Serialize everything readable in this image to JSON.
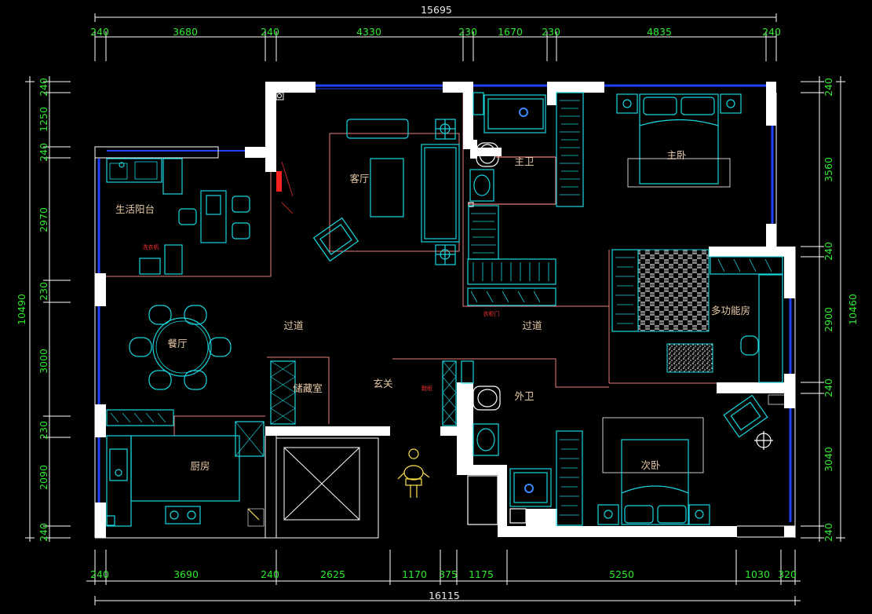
{
  "plan": {
    "dims_top": {
      "total": "15695",
      "segments": [
        "240",
        "3680",
        "240",
        "4330",
        "230",
        "1670",
        "230",
        "4835",
        "240"
      ]
    },
    "dims_bottom": {
      "total": "16115",
      "segments": [
        "240",
        "3690",
        "240",
        "2625",
        "1170",
        "375",
        "1175",
        "5250",
        "1030",
        "320"
      ]
    },
    "dims_left": {
      "total": "10490",
      "segments": [
        "240",
        "1250",
        "240",
        "2970",
        "230",
        "3000",
        "230",
        "2090",
        "240"
      ]
    },
    "dims_right": {
      "total": "10460",
      "segments": [
        "240",
        "3560",
        "240",
        "2900",
        "240",
        "3040",
        "240"
      ]
    },
    "rooms": {
      "living": "客厅",
      "master_bath": "主卫",
      "master_bed": "主卧",
      "balcony": "生活阳台",
      "dining": "餐厅",
      "corridor_left": "过道",
      "corridor_right": "过道",
      "multi": "多功能房",
      "storage": "储藏室",
      "foyer": "玄关",
      "guest_bath": "外卫",
      "kitchen": "厨房",
      "second_bed": "次卧"
    },
    "tags": {
      "balcony_tag": "洗衣机",
      "closet_tag": "衣柜门",
      "foyer_tag": "鞋柜"
    }
  }
}
